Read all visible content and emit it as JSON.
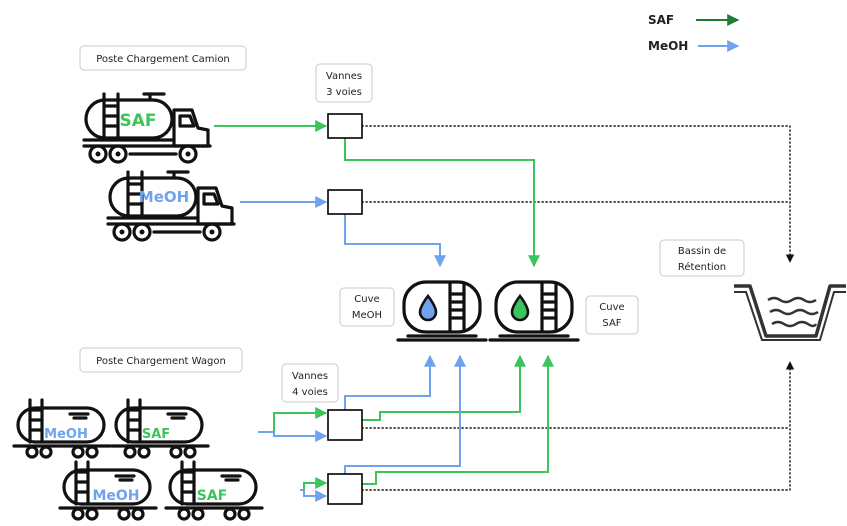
{
  "legend": {
    "saf_label": "SAF",
    "meoh_label": "MeOH"
  },
  "colors": {
    "saf_legend": "#1e7d32",
    "saf": "#3cc45c",
    "meoh": "#6fa3ee",
    "drain": "#111111"
  },
  "labels": {
    "poste_camion": "Poste Chargement Camion",
    "poste_wagon": "Poste Chargement Wagon",
    "vannes3_line1": "Vannes",
    "vannes3_line2": "3 voies",
    "vannes4_line1": "Vannes",
    "vannes4_line2": "4 voies",
    "bassin_line1": "Bassin de",
    "bassin_line2": "Rétention",
    "cuve_meoh_line1": "Cuve",
    "cuve_meoh_line2": "MeOH",
    "cuve_saf_line1": "Cuve",
    "cuve_saf_line2": "SAF"
  },
  "trucks": [
    {
      "product": "SAF"
    },
    {
      "product": "MeOH"
    }
  ],
  "wagons": [
    {
      "left": "MeOH",
      "right": "SAF"
    },
    {
      "left": "MeOH",
      "right": "SAF"
    }
  ],
  "icons": {
    "drop": "water-drop-icon",
    "ladder": "ladder-icon",
    "basin": "retention-basin-icon"
  }
}
